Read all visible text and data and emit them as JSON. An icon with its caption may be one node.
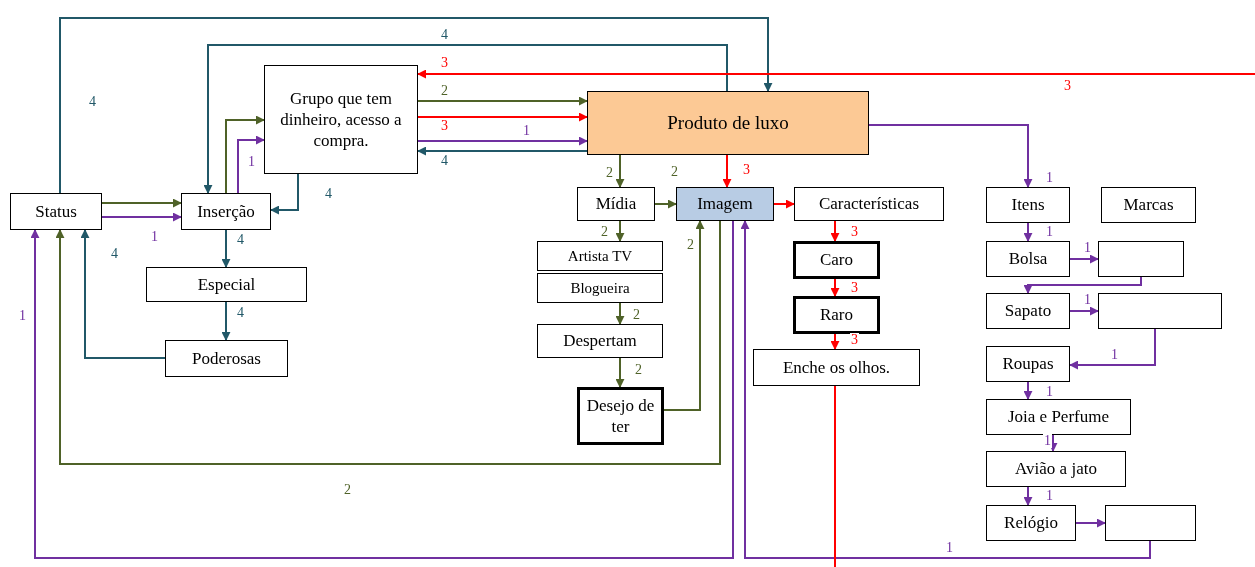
{
  "diagram": {
    "nodes": [
      {
        "text": [
          "Status"
        ]
      },
      {
        "text": [
          "Inserção"
        ]
      },
      {
        "text": [
          "Grupo que tem dinheiro, acesso a compra."
        ]
      },
      {
        "text": [
          "Produto de luxo"
        ]
      },
      {
        "text": [
          "Mídia"
        ]
      },
      {
        "text": [
          "Imagem"
        ]
      },
      {
        "text": [
          "Características"
        ]
      },
      {
        "text": [
          "Artista TV"
        ]
      },
      {
        "text": [
          "Blogueira"
        ]
      },
      {
        "text": [
          "Despertam"
        ]
      },
      {
        "text": [
          "Desejo de ter"
        ]
      },
      {
        "text": [
          "Especial"
        ]
      },
      {
        "text": [
          "Poderosas"
        ]
      },
      {
        "text": [
          "Caro"
        ]
      },
      {
        "text": [
          "Raro"
        ]
      },
      {
        "text": [
          "Enche os olhos."
        ]
      },
      {
        "text": [
          "Itens"
        ]
      },
      {
        "text": [
          "Marcas"
        ]
      },
      {
        "text": [
          "Bolsa"
        ]
      },
      {
        "text": [],
        "shape": "box"
      },
      {
        "text": [
          "Sapato"
        ]
      },
      {
        "text": [],
        "shape": "box"
      },
      {
        "text": [
          "Roupas"
        ]
      },
      {
        "text": [
          "Joia e Perfume"
        ]
      },
      {
        "text": [
          "Avião a jato"
        ]
      },
      {
        "text": [
          "Relógio"
        ]
      },
      {
        "text": [],
        "shape": "box"
      }
    ],
    "edges": [
      {
        "from": 0,
        "to": 1,
        "arrow": "to",
        "color": "#4f6228"
      },
      {
        "from": 0,
        "to": 1,
        "arrow": "to",
        "label": "1"
      },
      {
        "from": 0,
        "to": 3,
        "arrow": "to",
        "label": "4",
        "color": "#215868"
      },
      {
        "from": 3,
        "to": 1,
        "arrow": "to",
        "label": "4",
        "color": "#215868"
      },
      {
        "from": 1,
        "to": 2,
        "arrow": "to",
        "color": "#4f6228"
      },
      {
        "from": 1,
        "to": 2,
        "arrow": "to",
        "label": "1"
      },
      {
        "from": 2,
        "to": 1,
        "arrow": "to",
        "label": "4",
        "color": "#215868"
      },
      {
        "from": 1,
        "to": 11,
        "arrow": "to",
        "label": "4",
        "color": "#215868"
      },
      {
        "from": 11,
        "to": 12,
        "arrow": "to",
        "label": "4",
        "color": "#215868"
      },
      {
        "from": 12,
        "to": 0,
        "arrow": "to",
        "label": "4",
        "color": "#215868"
      },
      {
        "from": null,
        "to": 2,
        "arrow": "to",
        "label": "3",
        "color": "#ff0000"
      },
      {
        "from": 2,
        "to": 3,
        "arrow": "to",
        "label": "2",
        "color": "#4f6228"
      },
      {
        "from": 2,
        "to": 3,
        "arrow": "to",
        "label": "3",
        "color": "#ff0000"
      },
      {
        "from": 2,
        "to": 3,
        "arrow": "to",
        "label": "1"
      },
      {
        "from": 3,
        "to": 2,
        "arrow": "to",
        "label": "4",
        "color": "#215868"
      },
      {
        "from": 3,
        "to": 4,
        "arrow": "to",
        "label": "2",
        "color": "#4f6228"
      },
      {
        "from": 3,
        "to": 5,
        "arrow": "to",
        "label": "3",
        "color": "#ff0000"
      },
      {
        "from": 4,
        "to": 5,
        "arrow": "to",
        "label": "2",
        "color": "#4f6228"
      },
      {
        "from": 5,
        "to": 6,
        "arrow": "to",
        "color": "#ff0000"
      },
      {
        "from": 4,
        "to": 7,
        "arrow": "to",
        "label": "2",
        "color": "#4f6228"
      },
      {
        "from": 8,
        "to": 9,
        "arrow": "to",
        "label": "2",
        "color": "#4f6228"
      },
      {
        "from": 9,
        "to": 10,
        "arrow": "to",
        "label": "2",
        "color": "#4f6228"
      },
      {
        "from": 10,
        "to": 5,
        "arrow": "to",
        "label": "2",
        "color": "#4f6228"
      },
      {
        "from": 5,
        "to": 0,
        "arrow": "to",
        "label": "2",
        "color": "#4f6228"
      },
      {
        "from": 5,
        "to": 0,
        "arrow": "to",
        "label": "1"
      },
      {
        "from": 3,
        "to": 16,
        "arrow": "to",
        "label": "1"
      },
      {
        "from": 16,
        "to": 18,
        "arrow": "to",
        "label": "1"
      },
      {
        "from": 18,
        "to": 19,
        "arrow": "to",
        "label": "1"
      },
      {
        "from": 19,
        "to": 20,
        "arrow": "to"
      },
      {
        "from": 20,
        "to": 21,
        "arrow": "to",
        "label": "1"
      },
      {
        "from": 21,
        "to": 22,
        "arrow": "to",
        "label": "1"
      },
      {
        "from": 22,
        "to": 23,
        "arrow": "to",
        "label": "1"
      },
      {
        "from": 23,
        "to": 24,
        "arrow": "to",
        "label": "1"
      },
      {
        "from": 24,
        "to": 25,
        "arrow": "to",
        "label": "1"
      },
      {
        "from": 25,
        "to": 26,
        "arrow": "to"
      },
      {
        "from": 26,
        "to": 5,
        "arrow": "to",
        "label": "1"
      },
      {
        "from": 6,
        "to": 13,
        "arrow": "to",
        "label": "3",
        "color": "#ff0000"
      },
      {
        "from": 13,
        "to": 14,
        "arrow": "to",
        "label": "3",
        "color": "#ff0000"
      },
      {
        "from": 14,
        "to": 15,
        "arrow": "to",
        "label": "3",
        "color": "#ff0000"
      },
      {
        "from": 15,
        "to": null,
        "arrow": "none",
        "color": "#ff0000"
      }
    ],
    "labels": [
      "3"
    ]
  }
}
